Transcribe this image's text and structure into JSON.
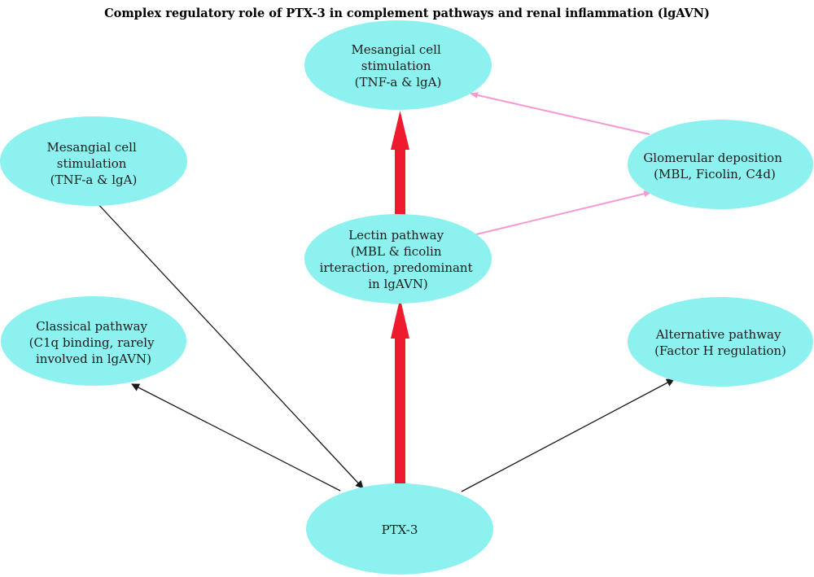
{
  "title": "Complex regulatory role of PTX-3 in complement pathways and renal inflammation (lgAVN)",
  "colors": {
    "node_fill": "#8df2ef",
    "thick_arrow": "#ee1b2f",
    "pink_arrow": "#f59ad3",
    "black_arrow": "#1a1a1a"
  },
  "nodes": {
    "mesangial_top": {
      "lines": [
        "Mesangial cell",
        "stimulation",
        "(TNF-a & lgA)"
      ]
    },
    "mesangial_left": {
      "lines": [
        "Mesangial cell",
        "stimulation",
        "(TNF-a & lgA)"
      ]
    },
    "glomerular": {
      "lines": [
        "Glomerular deposition",
        "(MBL, Ficolin, C4d)"
      ]
    },
    "lectin": {
      "lines": [
        "Lectin pathway",
        "(MBL & ficolin",
        "irteraction, predominant",
        "in lgAVN)"
      ]
    },
    "classical": {
      "lines": [
        "Classical pathway",
        "(C1q binding, rarely",
        "involved in lgAVN)"
      ]
    },
    "alternative": {
      "lines": [
        "Alternative pathway",
        "(Factor H regulation)"
      ]
    },
    "ptx3": {
      "lines": [
        "PTX-3"
      ]
    }
  }
}
